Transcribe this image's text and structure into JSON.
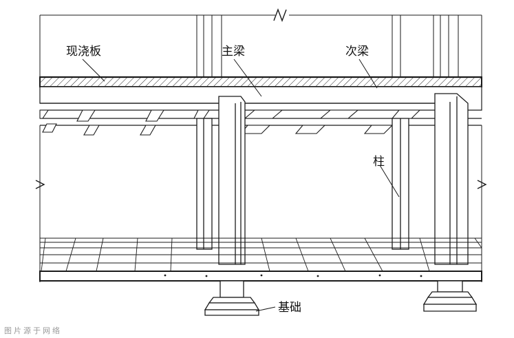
{
  "labels": {
    "slab": "现浇板",
    "main_beam": "主梁",
    "secondary_beam": "次梁",
    "column": "柱",
    "foundation": "基础"
  },
  "watermark": "图片源于网络"
}
